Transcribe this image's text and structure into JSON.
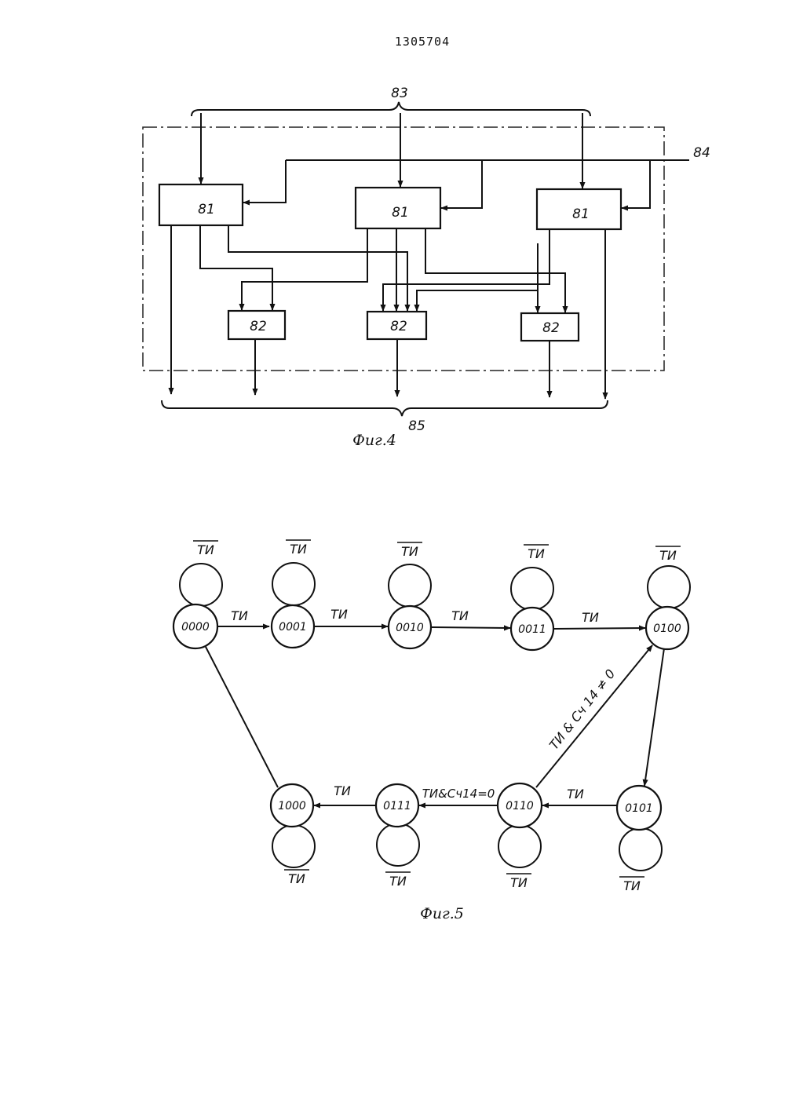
{
  "page_number": "1305704",
  "fig4": {
    "caption": "Фиг.4",
    "input_bus_label": "83",
    "control_label": "84",
    "output_bus_label": "85",
    "block_81_label": "81",
    "block_82_label": "82"
  },
  "fig5": {
    "caption": "Фиг.5",
    "states": {
      "s0000": "0000",
      "s0001": "0001",
      "s0010": "0010",
      "s0011": "0011",
      "s0100": "0100",
      "s0101": "0101",
      "s0110": "0110",
      "s0111": "0111",
      "s1000": "1000"
    },
    "labels": {
      "ti": "ТИ",
      "not_ti": "ТИ",
      "ti_and_cnt_nonzero": "ТИ & Сч 14 ≠ 0",
      "ti_and_cnt_zero": "ТИ&Сч14=0"
    }
  }
}
